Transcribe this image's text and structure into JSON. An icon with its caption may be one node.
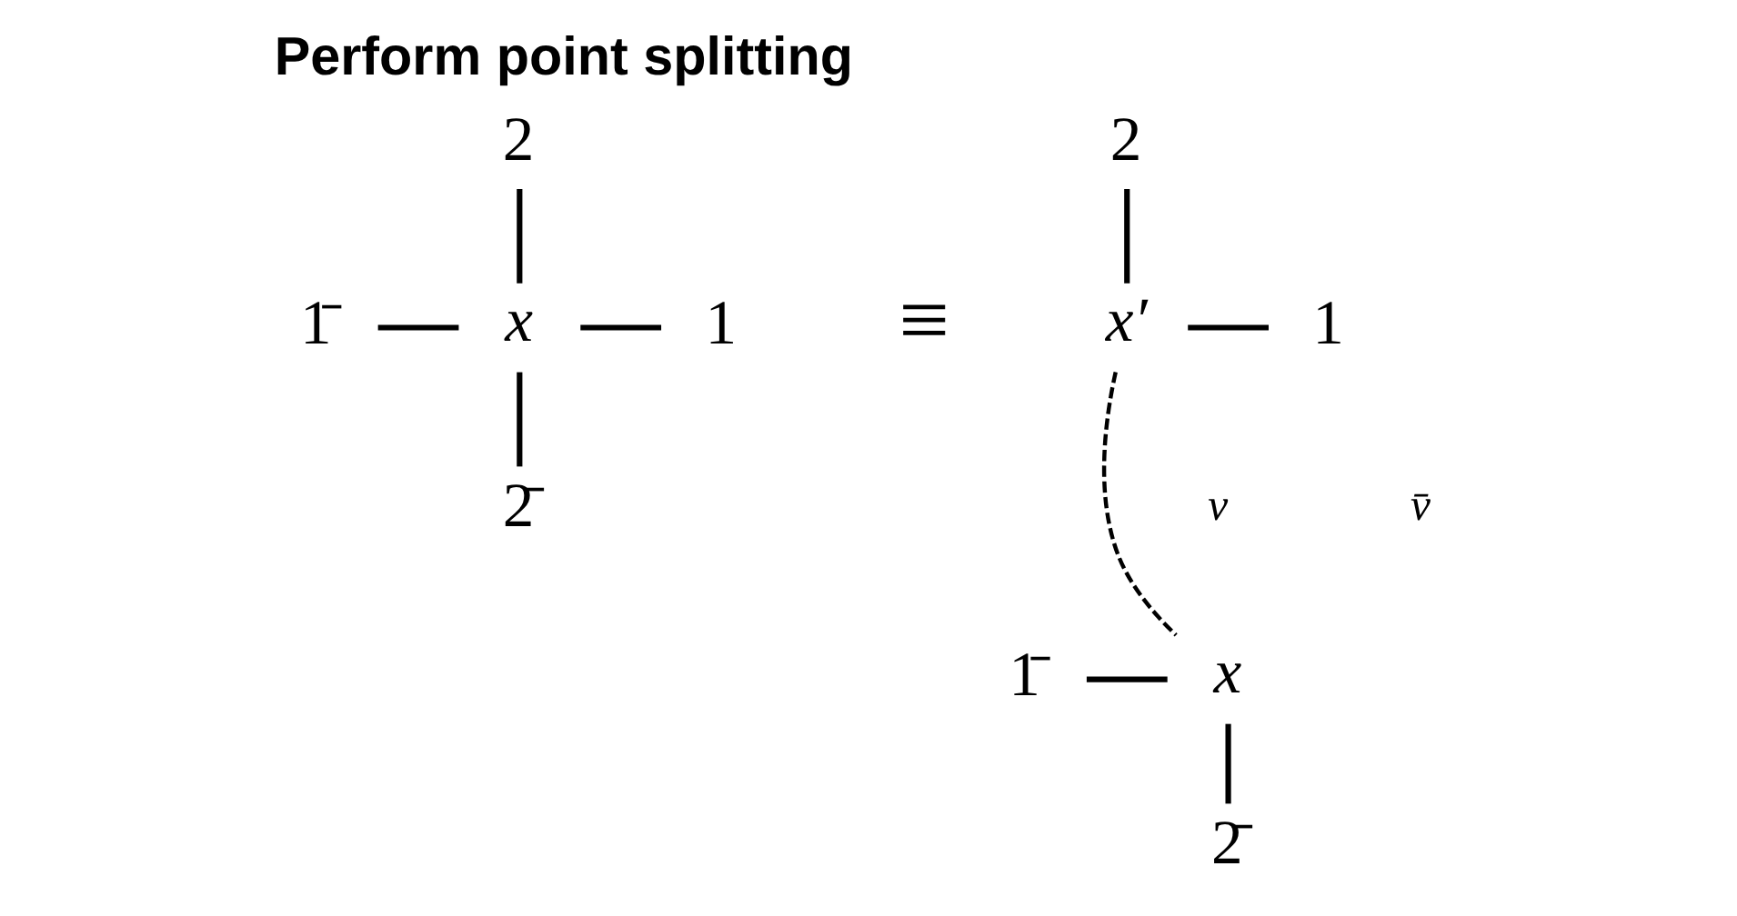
{
  "diagram": {
    "title": "Perform point splitting",
    "nodes": [
      {
        "text": [
          "2"
        ]
      },
      {
        "text": [
          "1̄"
        ]
      },
      {
        "text": [
          "x"
        ]
      },
      {
        "text": [
          "1"
        ]
      },
      {
        "text": [
          "2̄"
        ]
      },
      {
        "text": [
          "2"
        ]
      },
      {
        "text": [
          "x′"
        ]
      },
      {
        "text": [
          "1"
        ]
      },
      {
        "text": [
          "1̄"
        ]
      },
      {
        "text": [
          "x"
        ]
      },
      {
        "text": [
          "2̄"
        ]
      }
    ],
    "edges": [
      {
        "from": 0,
        "to": 2,
        "arrow": "none"
      },
      {
        "from": 1,
        "to": 2,
        "arrow": "none"
      },
      {
        "from": 2,
        "to": 3,
        "arrow": "none"
      },
      {
        "from": 2,
        "to": 4,
        "arrow": "none"
      },
      {
        "from": 5,
        "to": 6,
        "arrow": "none"
      },
      {
        "from": 6,
        "to": 7,
        "arrow": "none"
      },
      {
        "from": 6,
        "to": 9,
        "arrow": "none",
        "style": "dashed"
      },
      {
        "from": 8,
        "to": 9,
        "arrow": "none"
      },
      {
        "from": 9,
        "to": 10,
        "arrow": "none"
      }
    ],
    "labels": [
      "≡",
      "v̄",
      "v"
    ]
  }
}
